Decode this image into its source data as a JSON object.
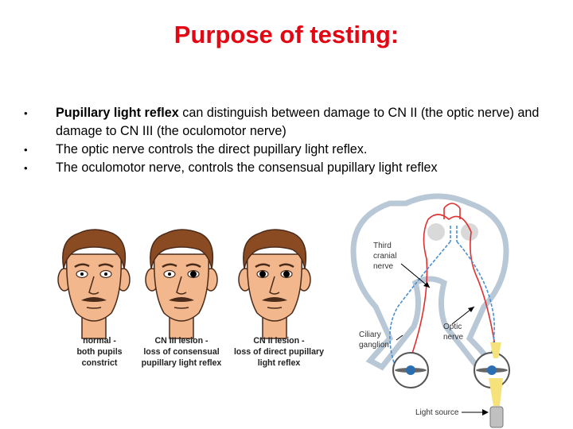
{
  "slide": {
    "title": "Purpose of testing:",
    "bullets": [
      {
        "bold": "Pupillary light reflex",
        "text": " can distinguish between damage to CN II (the optic nerve) and damage to CN III (the oculomotor nerve)"
      },
      {
        "bold": "",
        "text": "The optic nerve controls the direct pupillary light reflex."
      },
      {
        "bold": "",
        "text": "The oculomotor nerve, controls the consensual pupillary light reflex"
      }
    ],
    "bullet_symbol": "•"
  },
  "figure_faces": {
    "captions": [
      {
        "line1": "normal -",
        "line2": "both pupils",
        "line3": "constrict"
      },
      {
        "line1": "CN III lesion -",
        "line2": "loss of consensual",
        "line3": "pupillary light reflex"
      },
      {
        "line1": "CN II lesion -",
        "line2": "loss of direct pupillary",
        "line3": "light reflex"
      }
    ],
    "colors": {
      "hair": "#8a4a22",
      "skin": "#f3b78e",
      "outline": "#4a2b1a"
    }
  },
  "figure_diagram": {
    "labels": {
      "third_nerve": [
        "Third",
        "cranial",
        "nerve"
      ],
      "ciliary": [
        "Ciliary",
        "ganglion"
      ],
      "optic": [
        "Optic",
        "nerve"
      ],
      "light": "Light source"
    },
    "colors": {
      "optic_path": "#e03030",
      "motor_path": "#4a90d0",
      "light": "#f2d400"
    }
  }
}
